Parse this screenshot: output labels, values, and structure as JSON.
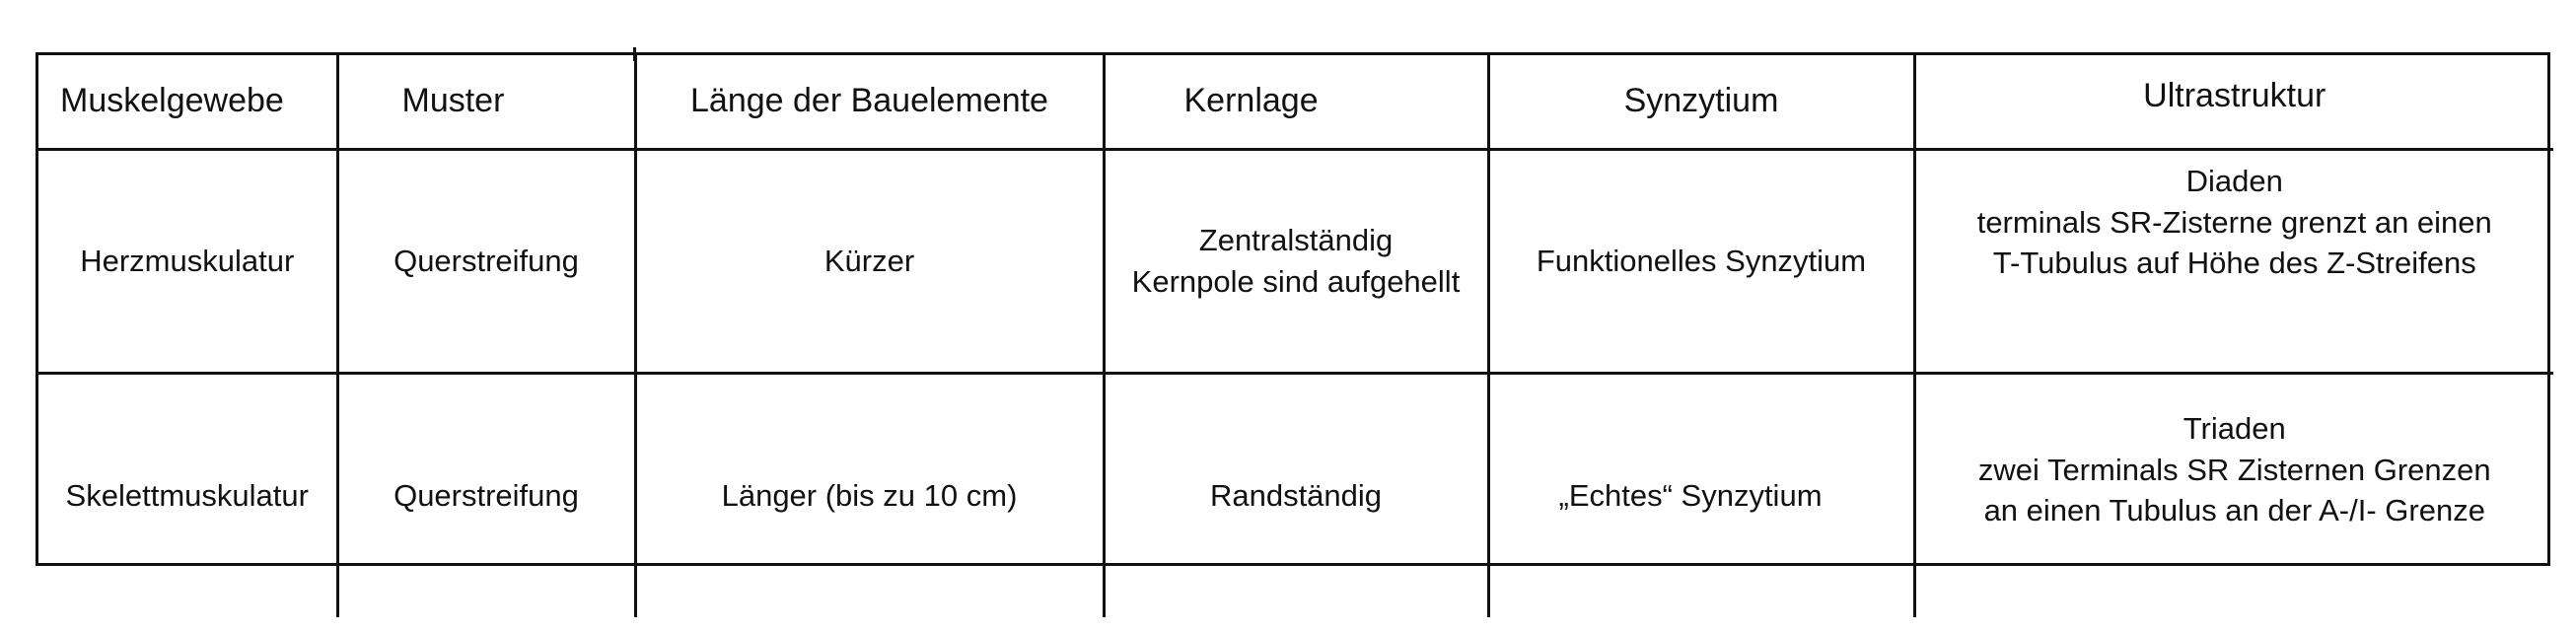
{
  "table": {
    "headers": [
      "Muskelgewebe",
      "Muster",
      "Länge der Bauelemente",
      "Kernlage",
      "Synzytium",
      "Ultrastruktur"
    ],
    "rows": [
      {
        "muskelgewebe": "Herzmuskulatur",
        "muster": "Querstreifung",
        "laenge": "Kürzer",
        "kernlage": [
          "Zentralständig",
          "Kernpole sind aufgehellt"
        ],
        "synzytium": "Funktionelles Synzytium",
        "ultrastruktur": [
          "Diaden",
          "terminals SR-Zisterne grenzt an einen",
          "T-Tubulus auf Höhe des Z-Streifens"
        ]
      },
      {
        "muskelgewebe": "Skelettmuskulatur",
        "muster": "Querstreifung",
        "laenge": "Länger (bis zu 10 cm)",
        "kernlage": [
          "Randständig"
        ],
        "synzytium": "„Echtes“ Synzytium",
        "ultrastruktur": [
          "Triaden",
          "zwei Terminals SR Zisternen Grenzen",
          "an einen Tubulus an der A-/I- Grenze"
        ]
      }
    ]
  }
}
